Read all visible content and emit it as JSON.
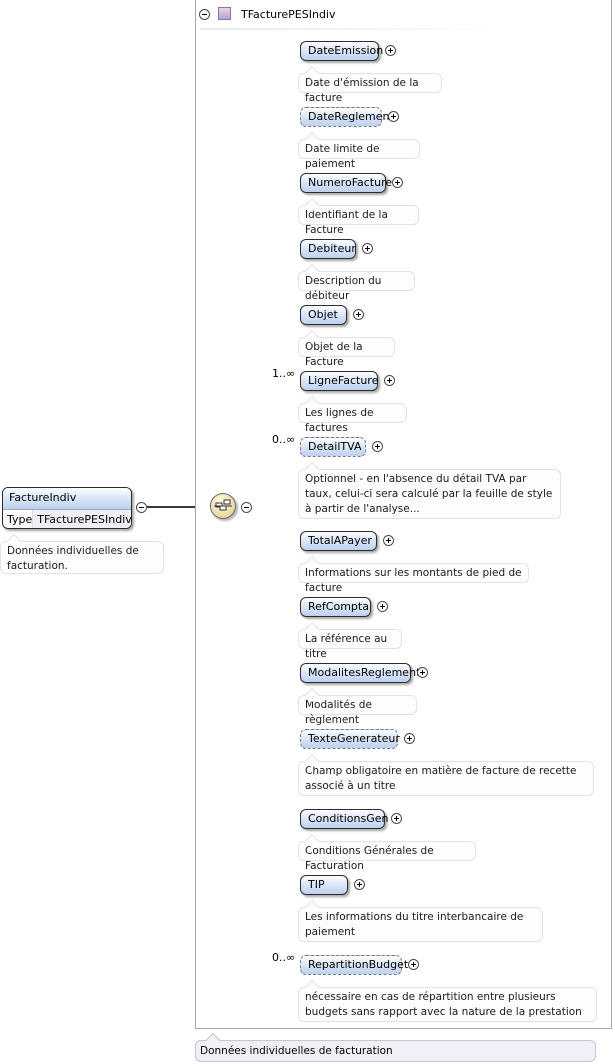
{
  "type_box": {
    "name": "TFacturePESIndiv",
    "doc": "Données individuelles de facturation"
  },
  "root_element": {
    "name": "FactureIndiv",
    "type_label": "Type",
    "type_value": "TFacturePESIndiv",
    "doc": "Données individuelles de facturation."
  },
  "children": [
    {
      "name": "DateEmission",
      "doc": "Date d'émission de la facture",
      "occurrence": "",
      "optional": false
    },
    {
      "name": "DateReglement",
      "doc": "Date limite de paiement",
      "occurrence": "",
      "optional": true
    },
    {
      "name": "NumeroFacture",
      "doc": "Identifiant de la Facture",
      "occurrence": "",
      "optional": false
    },
    {
      "name": "Debiteur",
      "doc": "Description du débiteur",
      "occurrence": "",
      "optional": false
    },
    {
      "name": "Objet",
      "doc": "Objet de la Facture",
      "occurrence": "",
      "optional": false
    },
    {
      "name": "LigneFacture",
      "doc": "Les lignes de factures",
      "occurrence": "1..∞",
      "optional": false
    },
    {
      "name": "DetailTVA",
      "doc": "Optionnel - en l'absence du détail TVA par taux, celui-ci sera calculé par la feuille de style à partir de l'analyse...",
      "occurrence": "0..∞",
      "optional": true
    },
    {
      "name": "TotalAPayer",
      "doc": "Informations sur les montants de pied de facture",
      "occurrence": "",
      "optional": false
    },
    {
      "name": "RefCompta",
      "doc": "La référence au titre",
      "occurrence": "",
      "optional": false
    },
    {
      "name": "ModalitesReglement",
      "doc": "Modalités de règlement",
      "occurrence": "",
      "optional": false
    },
    {
      "name": "TexteGenerateur",
      "doc": "Champ obligatoire en matière de facture de recette associé à un titre",
      "occurrence": "",
      "optional": true
    },
    {
      "name": "ConditionsGen",
      "doc": "Conditions Générales de Facturation",
      "occurrence": "",
      "optional": false
    },
    {
      "name": "TIP",
      "doc": "Les informations du titre interbancaire de paiement",
      "occurrence": "",
      "optional": false
    },
    {
      "name": "RepartitionBudget",
      "doc": "nécessaire en cas de répartition entre plusieurs budgets sans rapport avec la nature de la prestation",
      "occurrence": "0..∞",
      "optional": true
    }
  ],
  "icons": {
    "sequence": "sequence-compositor-icon",
    "collapse": "collapse-icon",
    "expand": "expand-icon",
    "complex_type": "complex-type-icon"
  },
  "colors": {
    "element_fill": "#bcd0ef",
    "element_border": "#2c2c2c",
    "sequence_fill": "#e6d498",
    "type_icon": "#b9a2cc",
    "bottom_doc_fill": "#f2f0f7"
  }
}
